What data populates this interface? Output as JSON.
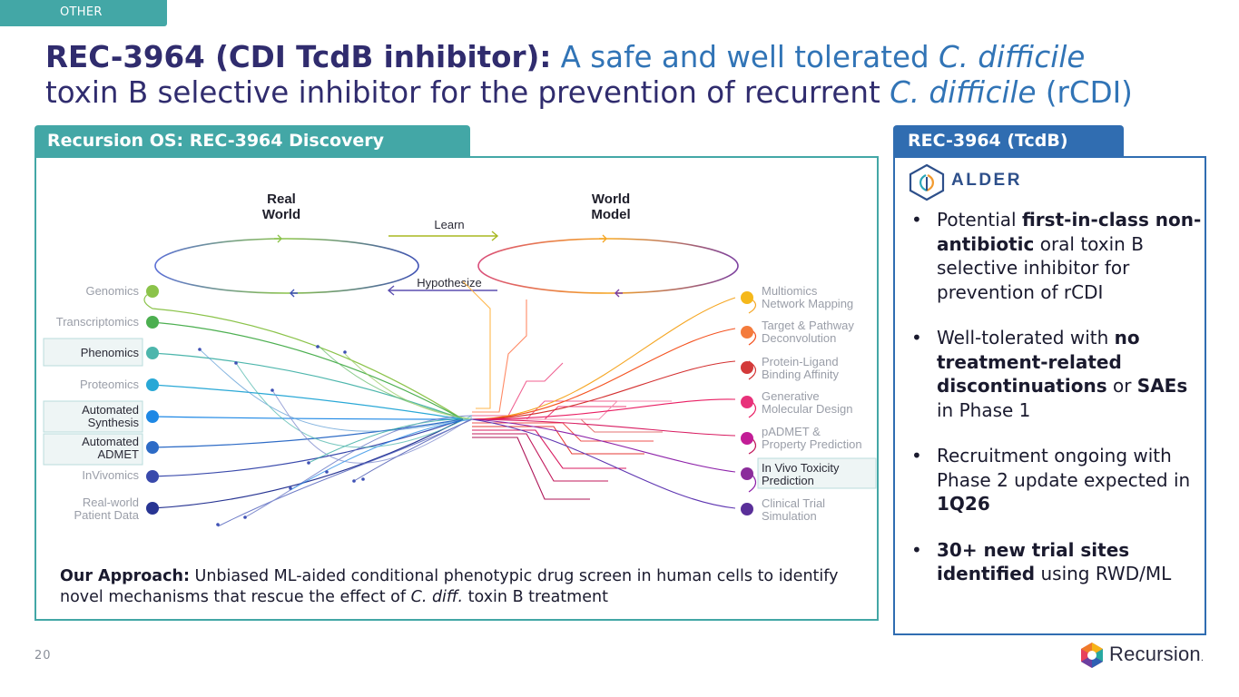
{
  "section_tag": "OTHER",
  "title": {
    "bold": "REC-3964 (CDI TcdB inhibitor):",
    "part1": " A safe and well tolerated ",
    "italic1": "C. difficile",
    "part2": "toxin B selective inhibitor for the prevention of recurrent ",
    "italic2": "C. difficile",
    "part3": " (rCDI)"
  },
  "left_panel": {
    "heading": "Recursion OS: REC-3964 Discovery",
    "diagram": {
      "real_world": [
        "Real",
        "World"
      ],
      "world_model": [
        "World",
        "Model"
      ],
      "learn": "Learn",
      "hypothesize": "Hypothesize",
      "left_labels": [
        "Genomics",
        "Transcriptomics",
        "Phenomics",
        "Proteomics",
        "Automated",
        "Synthesis",
        "Automated",
        "ADMET",
        "InVivomics",
        "Real-world",
        "Patient Data"
      ],
      "right_labels": [
        "Multiomics",
        "Network Mapping",
        "Target & Pathway",
        "Deconvolution",
        "Protein-Ligand",
        "Binding Affinity",
        "Generative",
        "Molecular Design",
        "pADMET &",
        "Property Prediction",
        "In Vivo Toxicity",
        "Prediction",
        "Clinical Trial",
        "Simulation"
      ]
    },
    "approach_bold": "Our Approach:",
    "approach_text": " Unbiased ML-aided conditional phenotypic drug screen in human cells to identify novel mechanisms that rescue the effect of ",
    "approach_italic": "C. diff.",
    "approach_end": " toxin B treatment"
  },
  "right_panel": {
    "heading": "REC-3964 (TcdB)",
    "partner_logo_text": "ALDER",
    "bullets": [
      {
        "pre": "Potential ",
        "bold": "first-in-class non-antibiotic",
        "post": " oral toxin B selective inhibitor for prevention of rCDI"
      },
      {
        "pre": "Well-tolerated with ",
        "bold": "no treatment-related discontinuations",
        "post": " or ",
        "bold2": "SAEs",
        "post2": " in Phase 1"
      },
      {
        "pre": "Recruitment ongoing with Phase 2 update expected in ",
        "bold": "1Q26",
        "post": ""
      },
      {
        "pre": "",
        "bold": "30+ new trial sites identified",
        "post": " using RWD/ML"
      }
    ]
  },
  "footer": {
    "page_number": "20",
    "brand": "Recursion",
    "brand_mark": "."
  },
  "colors": {
    "teal": "#43a7a6",
    "blue": "#306db1",
    "navy": "#302c6e",
    "title_blue": "#3174b6"
  }
}
